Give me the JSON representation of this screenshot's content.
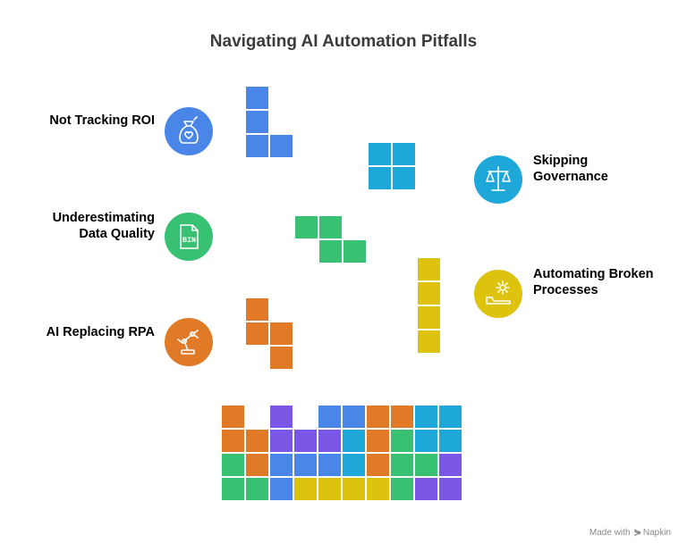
{
  "title": "Navigating AI Automation Pitfalls",
  "colors": {
    "blue": "#4a86e8",
    "cyan": "#1ea7d9",
    "green": "#38c172",
    "yellow": "#ddc30e",
    "orange": "#e07a26",
    "purple": "#7b57e8"
  },
  "pitfalls": [
    {
      "lines": [
        "Not Tracking ROI"
      ],
      "icon": "money-bag-heart-icon",
      "color": "#4a86e8"
    },
    {
      "lines": [
        "Skipping",
        "Governance"
      ],
      "icon": "scales-icon",
      "color": "#1ea7d9"
    },
    {
      "lines": [
        "Underestimating",
        "Data Quality"
      ],
      "icon": "bin-file-icon",
      "icon_text": "BIN",
      "color": "#38c172"
    },
    {
      "lines": [
        "Automating Broken",
        "Processes"
      ],
      "icon": "gear-conveyor-icon",
      "color": "#ddc30e"
    },
    {
      "lines": [
        "AI Replacing RPA"
      ],
      "icon": "robot-arm-icon",
      "color": "#e07a26"
    }
  ],
  "stack_rows": [
    [
      "orange",
      null,
      "purple",
      null,
      "blue",
      "blue",
      "orange",
      "orange",
      "cyan",
      "cyan"
    ],
    [
      "orange",
      "orange",
      "purple",
      "purple",
      "purple",
      "cyan",
      "orange",
      "green",
      "cyan",
      "cyan"
    ],
    [
      "green",
      "orange",
      "blue",
      "blue",
      "blue",
      "cyan",
      "orange",
      "green",
      "green",
      "purple"
    ],
    [
      "green",
      "green",
      "blue",
      "yellow",
      "yellow",
      "yellow",
      "yellow",
      "green",
      "purple",
      "purple"
    ]
  ],
  "credit": {
    "prefix": "Made with",
    "brand": "Napkin"
  }
}
